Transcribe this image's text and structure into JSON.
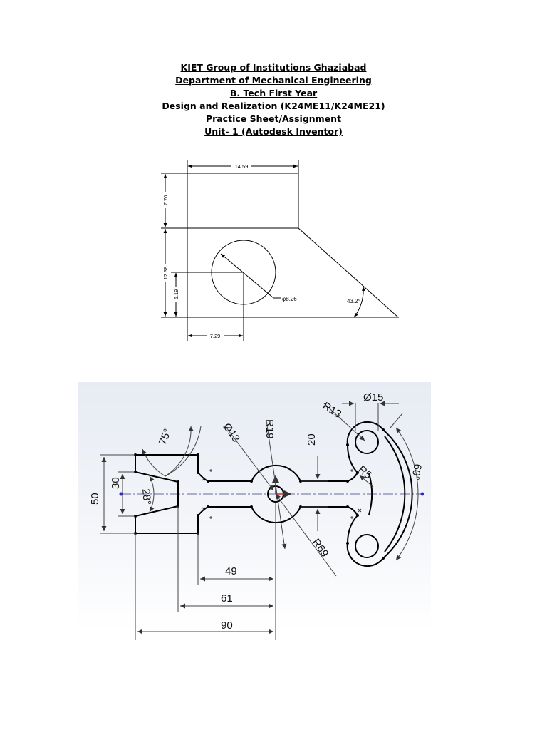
{
  "header": {
    "lines": [
      "KIET Group of Institutions Ghaziabad",
      "Department of Mechanical Engineering",
      "B. Tech First Year",
      "Design and Realization (K24ME11/K24ME21)",
      "Practice Sheet/Assignment",
      "Unit- 1 (Autodesk Inventor)"
    ]
  },
  "drawing1": {
    "dims": {
      "width_top": "14.59",
      "height_top": "7.70",
      "height_total": "12.38",
      "height_center": "6.19",
      "diameter": "φ8.26",
      "angle": "43.2°",
      "center_x": "7.29"
    }
  },
  "drawing2": {
    "dims": {
      "d15": "Ø15",
      "r13": "R13",
      "r19": "R19",
      "d13": "Ø13",
      "a75": "75°",
      "h20": "20",
      "r5": "R5",
      "a60": "60°",
      "h50": "50",
      "h30": "30",
      "a28": "28°",
      "r69": "R69",
      "l49": "49",
      "l61": "61",
      "l90": "90"
    }
  }
}
